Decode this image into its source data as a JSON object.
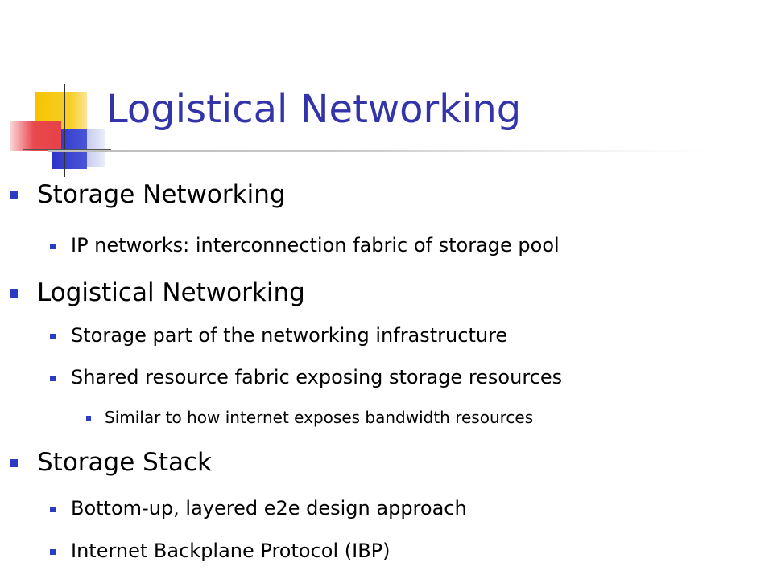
{
  "slide": {
    "title": "Logistical Networking",
    "bullets": [
      {
        "level": 1,
        "text": "Storage Networking"
      },
      {
        "level": 2,
        "text": "IP networks: interconnection fabric of storage pool"
      },
      {
        "level": 1,
        "text": "Logistical Networking"
      },
      {
        "level": 2,
        "text": "Storage part of the networking infrastructure"
      },
      {
        "level": 2,
        "text": "Shared resource fabric exposing storage resources"
      },
      {
        "level": 3,
        "text": "Similar to how internet exposes bandwidth resources"
      },
      {
        "level": 1,
        "text": "Storage Stack"
      },
      {
        "level": 2,
        "text": "Bottom-up, layered e2e design approach"
      },
      {
        "level": 2,
        "text": "Internet Backplane Protocol (IBP)"
      }
    ]
  },
  "colors": {
    "title": "#3333aa",
    "bullet": "#2b3cc4",
    "deco_yellow": "#f5c400",
    "deco_red": "#e8424a",
    "deco_blue": "#2c34c8"
  }
}
